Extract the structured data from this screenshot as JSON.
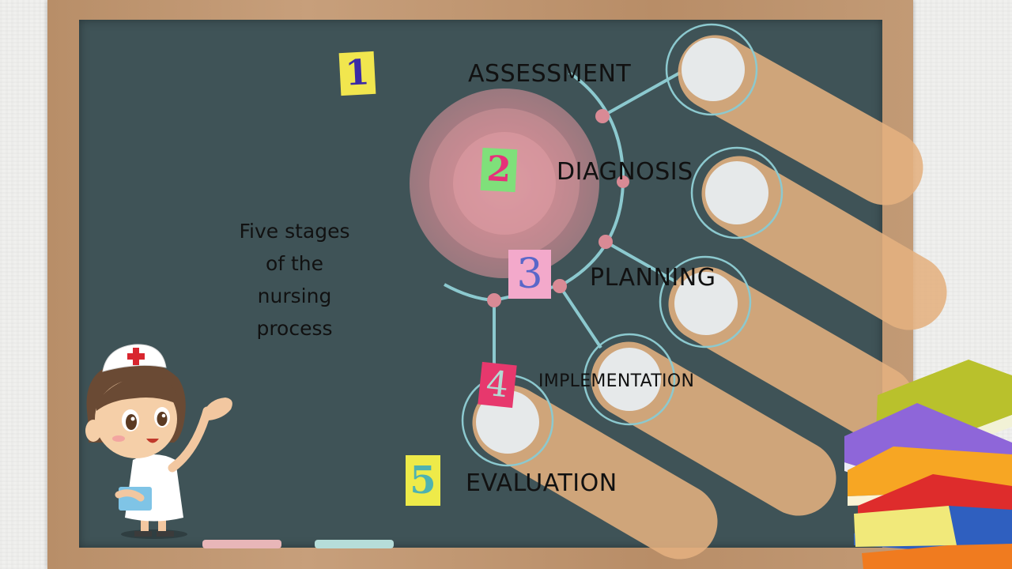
{
  "slide": {
    "intro_lines": [
      "Five stages",
      "of the",
      "nursing",
      "process"
    ],
    "stages": [
      {
        "number": "1",
        "label": "ASSESSMENT"
      },
      {
        "number": "2",
        "label": "DIAGNOSIS"
      },
      {
        "number": "3",
        "label": "PLANNING"
      },
      {
        "number": "4",
        "label": "IMPLEMENTATION"
      },
      {
        "number": "5",
        "label": "EVALUATION"
      }
    ]
  },
  "colors": {
    "chalkboard": "#3f5357",
    "frame": "#c29a75",
    "line": "#8cc9cf",
    "node": "#d98a95",
    "bar": "#e4b17f",
    "button": "#e6e9ea"
  },
  "icons": [
    "nurse-illustration",
    "book-stack-illustration"
  ]
}
